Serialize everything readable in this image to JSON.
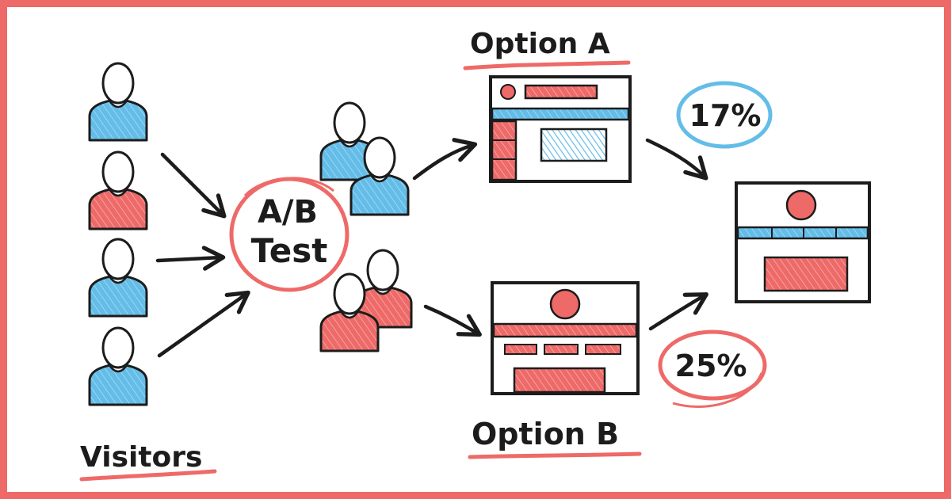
{
  "labels": {
    "visitors": "Visitors",
    "ab_test_line1": "A/B",
    "ab_test_line2": "Test",
    "option_a": "Option A",
    "option_b": "Option B",
    "rate_a": "17%",
    "rate_b": "25%"
  },
  "visitor_colors": [
    "blue",
    "red",
    "blue",
    "blue"
  ],
  "group_a_colors": [
    "blue",
    "blue"
  ],
  "group_b_colors": [
    "red",
    "red"
  ],
  "colors": {
    "accent_red": "#ee6a68",
    "accent_blue": "#63bde8",
    "ink": "#1c1c1c",
    "frame": "#ee6a68"
  },
  "icons": [
    "person-icon",
    "arrow-icon",
    "webpage-mockup-icon",
    "circle-highlight-icon"
  ]
}
